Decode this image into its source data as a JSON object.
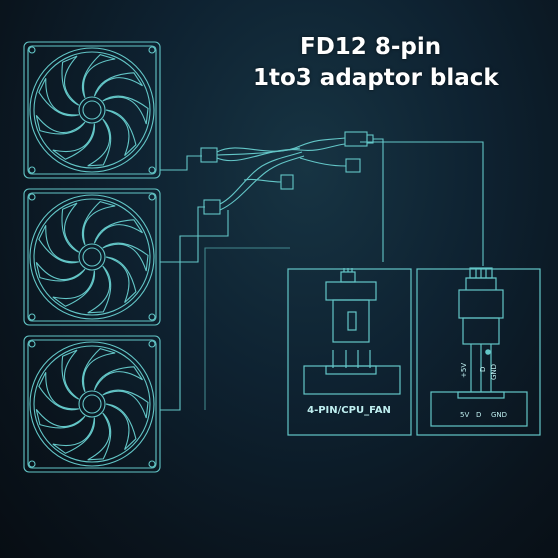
{
  "title": {
    "line1": "FD12 8-pin",
    "line2": "1to3 adaptor black"
  },
  "fans": [
    {
      "name": "fan-top"
    },
    {
      "name": "fan-middle"
    },
    {
      "name": "fan-bottom"
    }
  ],
  "headers": {
    "fan_header_label": "4-PIN/CPU_FAN",
    "argb_pin_labels": [
      "+5V",
      "D",
      "GND"
    ],
    "argb_header_labels": [
      "5V",
      "D",
      "",
      "GND"
    ]
  },
  "colors": {
    "line": "#63c6c7",
    "background": "#0b1620",
    "title": "#ffffff"
  }
}
